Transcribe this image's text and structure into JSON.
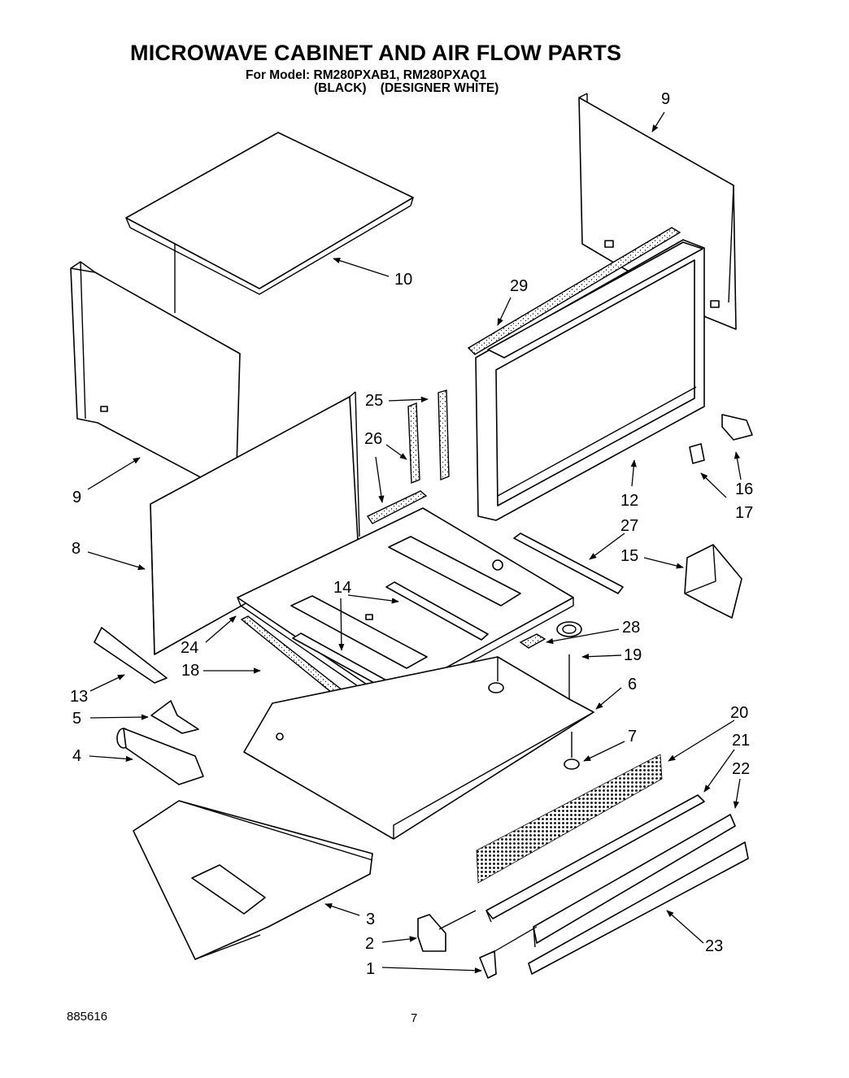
{
  "title": "MICROWAVE CABINET AND AIR FLOW PARTS",
  "model_line": "For Model: RM280PXAB1, RM280PXAQ1",
  "variants_line": "(BLACK)    (DESIGNER WHITE)",
  "document_number": "885616",
  "page_number": "7",
  "callouts": {
    "c9_right": "9",
    "c10": "10",
    "c29": "29",
    "c9_left": "9",
    "c25": "25",
    "c26": "26",
    "c12": "12",
    "c16": "16",
    "c17": "17",
    "c8": "8",
    "c27": "27",
    "c15": "15",
    "c14": "14",
    "c24": "24",
    "c28": "28",
    "c19": "19",
    "c18": "18",
    "c13": "13",
    "c6": "6",
    "c5": "5",
    "c20": "20",
    "c7": "7",
    "c4": "4",
    "c21": "21",
    "c22": "22",
    "c3": "3",
    "c2": "2",
    "c23": "23",
    "c1": "1"
  }
}
